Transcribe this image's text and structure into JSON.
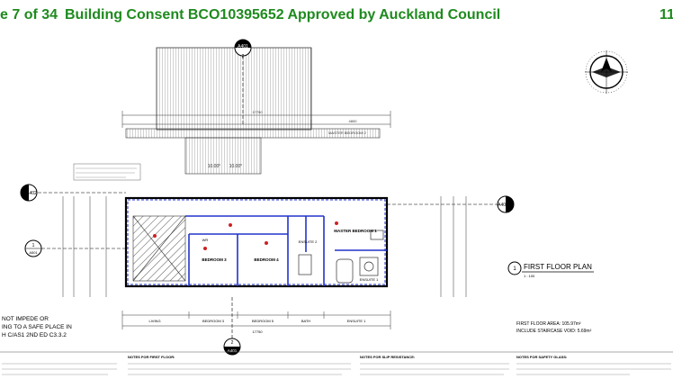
{
  "header": {
    "page": "e 7 of 34",
    "title": "Building Consent BCO10395652 Approved by Auckland Council",
    "right": "11"
  },
  "colors": {
    "header": "#1e8a1e",
    "wall": "#2233cc",
    "line": "#333333"
  },
  "plan": {
    "title": "FIRST FLOOR PLAN",
    "number": "1",
    "scale": "1 : 100",
    "area": "FIRST FLOOR AREA: 105.97m²",
    "staircase": "INCLUDE STAIRCASE VOID: 5.69m²",
    "rooms": {
      "master_bedroom_2": "MASTER BEDROOM 2",
      "master_bedroom_1": "MASTER BEDROOM 1",
      "bedroom_3": "BEDROOM 3",
      "bedroom_4": "BEDROOM 4",
      "ensuite_2": "ENSUITE 2",
      "ensuite_1": "ENSUITE 1",
      "bath": "BATH",
      "wr": "WR",
      "living": "LIVING",
      "bedroom_5": "BEDROOM 5"
    },
    "section_refs": {
      "top": "A401",
      "left": "A402",
      "right": "A402",
      "left_small": "A501",
      "bottom": "A401"
    },
    "dims": {
      "top_total": "17750",
      "bottom_total": "17750",
      "top_right": "4800",
      "roof_pitch_1": "10.00°",
      "roof_pitch_2": "10.00°"
    },
    "notes": [
      "NOTES FOR FIRST FLOOR:",
      "NOTES FOR SLIP RESISTANCE:",
      "NOTES FOR SAFETY GLASS:"
    ],
    "left_note_1": "NOT IMPEDE OR",
    "left_note_2": "ING TO A SAFE PLACE IN",
    "left_note_3": "H C/AS1 2ND ED C3.3.2"
  }
}
